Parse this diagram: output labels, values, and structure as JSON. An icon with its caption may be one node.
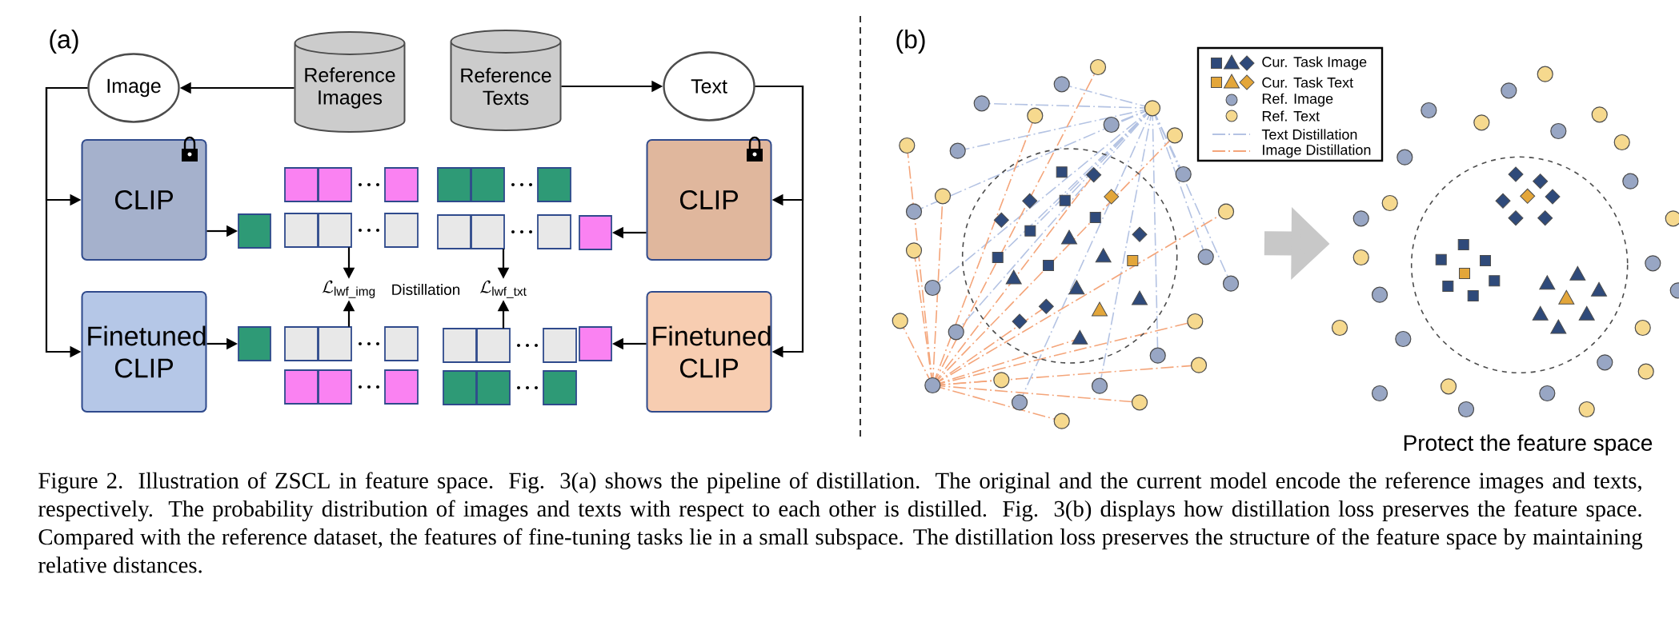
{
  "diagram": {
    "caption": "Figure 2. Illustration of ZSCL in feature space. Fig. 3(a) shows the pipeline of distillation. The original and the current model encode the reference images and texts, respectively. The probability distribution of images and texts with respect to each other is distilled. Fig. 3(b) displays how distillation loss preserves the feature space. Compared with the reference dataset, the features of fine-tuning tasks lie in a small subspace. The distillation loss preserves the structure of the feature space by maintaining relative distances.",
    "nodes": [
      {
        "text": [
          "Reference Images"
        ]
      },
      {
        "text": [
          "Reference Texts"
        ]
      },
      {
        "text": [
          "Image"
        ]
      },
      {
        "text": [
          "Text"
        ]
      },
      {
        "text": [
          "CLIP"
        ]
      },
      {
        "text": [
          "Finetuned CLIP"
        ]
      },
      {
        "text": [
          "CLIP"
        ]
      },
      {
        "text": [
          "Finetuned CLIP"
        ]
      },
      {
        "text": [],
        "shape": "box"
      },
      {
        "text": [],
        "shape": "box"
      },
      {
        "text": [],
        "shape": "box"
      },
      {
        "text": [],
        "shape": "box"
      },
      {
        "text": [],
        "shape": "bar"
      },
      {
        "text": [],
        "shape": "bar"
      },
      {
        "text": [],
        "shape": "bar"
      },
      {
        "text": [],
        "shape": "bar"
      },
      {
        "text": [
          "\\mathcal{L}_{\\mathrm{lwf\\_img}}"
        ]
      },
      {
        "text": [
          "\\mathcal{L}_{\\mathrm{lwf\\_txt}}"
        ]
      },
      {
        "text": [],
        "shape": "bar"
      },
      {
        "text": [],
        "shape": "bar"
      },
      {
        "text": [],
        "shape": "bar"
      },
      {
        "text": [],
        "shape": "bar"
      },
      {
        "text": [],
        "shape": "picture"
      },
      {
        "text": [],
        "shape": "picture",
        "beside": [
          "Protect the feature space"
        ]
      }
    ],
    "edges": [
      {
        "from": 0,
        "to": 2,
        "arrow": "to"
      },
      {
        "from": 1,
        "to": 3,
        "arrow": "to"
      },
      {
        "from": 2,
        "to": 4,
        "arrow": "to"
      },
      {
        "from": 2,
        "to": 5,
        "arrow": "to"
      },
      {
        "from": 3,
        "to": 6,
        "arrow": "to"
      },
      {
        "from": 3,
        "to": 7,
        "arrow": "to"
      },
      {
        "from": 4,
        "to": 8,
        "arrow": "to"
      },
      {
        "from": 5,
        "to": 9,
        "arrow": "to"
      },
      {
        "from": 6,
        "to": 10,
        "arrow": "to"
      },
      {
        "from": 7,
        "to": 11,
        "arrow": "to"
      },
      {
        "from": 13,
        "to": 16,
        "arrow": "to"
      },
      {
        "from": 18,
        "to": 16,
        "arrow": "to"
      },
      {
        "from": 15,
        "to": 17,
        "arrow": "to"
      },
      {
        "from": 20,
        "to": 17,
        "arrow": "to"
      },
      {
        "from": 22,
        "to": 23,
        "arrow": "to",
        "style": "thick",
        "color": "#c8c8c8"
      }
    ],
    "labels": [
      "(a)",
      "Distillation",
      "(b)"
    ],
    "legend": [
      {
        "text": "Cur. Task Image"
      },
      {
        "text": "Cur. Task Text"
      },
      {
        "text": "Ref. Image"
      },
      {
        "text": "Ref. Text"
      },
      {
        "text": "Text Distillation"
      },
      {
        "text": "Image Distillation"
      }
    ]
  }
}
